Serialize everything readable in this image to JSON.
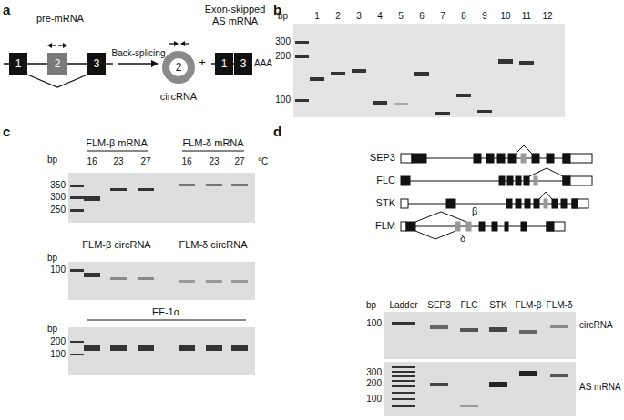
{
  "diagram": {
    "nodes": [
      {
        "text": [
          "1"
        ]
      },
      {
        "text": [
          "2"
        ]
      },
      {
        "text": [
          "3"
        ]
      },
      {
        "text": [
          "2"
        ]
      },
      {
        "text": [
          "1"
        ]
      },
      {
        "text": [
          "3"
        ]
      }
    ],
    "edges": [
      {
        "from": 2,
        "to": 3,
        "arrow": "to",
        "label": "Back-splicing"
      }
    ],
    "labels": [
      "a",
      "pre-mRNA",
      "Exon-skipped AS mRNA",
      "circRNA",
      "+",
      "AAA",
      "b",
      "bp",
      "1",
      "2",
      "3",
      "4",
      "5",
      "6",
      "7",
      "8",
      "9",
      "10",
      "11",
      "12",
      "300",
      "200",
      "100",
      "c",
      "FLM-β mRNA",
      "FLM-δ mRNA",
      "bp",
      "16",
      "23",
      "27",
      "16",
      "23",
      "27",
      "°C",
      "350",
      "300",
      "250",
      "FLM-β circRNA",
      "FLM-δ circRNA",
      "bp",
      "100",
      "EF-1α",
      "bp",
      "200",
      "100",
      "d",
      "SEP3",
      "FLC",
      "STK",
      "FLM",
      "β",
      "δ",
      "bp",
      "Ladder",
      "SEP3",
      "FLC",
      "STK",
      "FLM-β",
      "FLM-δ",
      "100",
      "circRNA",
      "300",
      "200",
      "100",
      "AS mRNA"
    ]
  }
}
